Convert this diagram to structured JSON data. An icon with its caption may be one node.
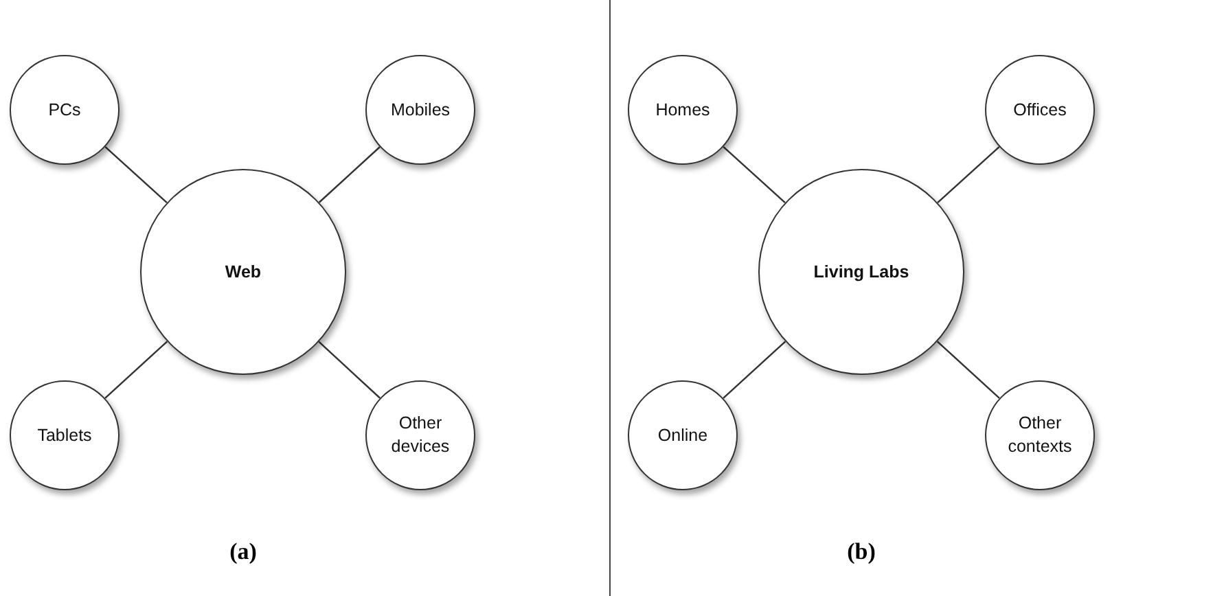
{
  "diagram": {
    "nodes": [
      {
        "text": [
          "PCs"
        ]
      },
      {
        "text": [
          "Mobiles"
        ]
      },
      {
        "text": [
          "Web"
        ]
      },
      {
        "text": [
          "Tablets"
        ]
      },
      {
        "text": [
          "Other devices"
        ]
      },
      {
        "text": [
          "Homes"
        ]
      },
      {
        "text": [
          "Offices"
        ]
      },
      {
        "text": [
          "Living Labs"
        ]
      },
      {
        "text": [
          "Online"
        ]
      },
      {
        "text": [
          "Other contexts"
        ]
      }
    ],
    "edges": [
      {
        "from": 2,
        "to": 0,
        "arrow": "none"
      },
      {
        "from": 2,
        "to": 1,
        "arrow": "none"
      },
      {
        "from": 2,
        "to": 3,
        "arrow": "none"
      },
      {
        "from": 2,
        "to": 4,
        "arrow": "none"
      },
      {
        "from": 7,
        "to": 5,
        "arrow": "none"
      },
      {
        "from": 7,
        "to": 6,
        "arrow": "none"
      },
      {
        "from": 7,
        "to": 8,
        "arrow": "none"
      },
      {
        "from": 7,
        "to": 9,
        "arrow": "none"
      }
    ],
    "labels": [
      "(a)",
      "(b)"
    ]
  }
}
